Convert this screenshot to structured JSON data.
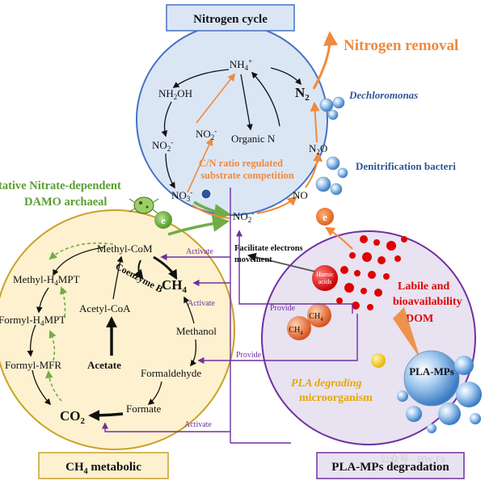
{
  "titles": {
    "nitrogen_cycle": "Nitrogen cycle",
    "ch4_metabolic": "CH",
    "ch4_metabolic_sub": "4",
    "ch4_metabolic_rest": " metabolic",
    "pla_degradation": "PLA-MPs degradation"
  },
  "nitrogen": {
    "nh4": "NH",
    "nh4_sub": "4",
    "nh4_sup": "+",
    "nh2oh": "NH",
    "nh2oh_sub": "2",
    "nh2oh_rest": "OH",
    "no2_left": "NO",
    "no2_left_sub": "2",
    "no2_left_sup": "-",
    "no2_center": "NO",
    "no2_center_sub": "2",
    "no2_center_sup": "-",
    "organic_n": "Organic N",
    "n2": "N",
    "n2_sub": "2",
    "n2o": "N",
    "n2o_sub": "2",
    "n2o_rest": "O",
    "no": "NO",
    "no3": "NO",
    "no3_sub": "3",
    "no3_sup": "-",
    "no2_bottom": "NO",
    "no2_bottom_sub": "2",
    "no2_bottom_sup": "-",
    "cn_line1": "C/N ratio regulated",
    "cn_line2": "substrate competition",
    "nitrogen_removal": "Nitrogen removal",
    "dechloromonas": "Dechloromonas",
    "denitrification": "Denitrification bacteri",
    "damo_line1": "tative Nitrate-dependent",
    "damo_line2": "DAMO archaeal",
    "electron": "e"
  },
  "methane": {
    "methyl_com": "Methyl-CoM",
    "methyl_h4mpt": "Methyl-H",
    "methyl_h4mpt_sub": "4",
    "methyl_h4mpt_rest": "MPT",
    "formyl_h4mpt": "ormyl-H",
    "formyl_h4mpt_sub": "4",
    "formyl_h4mpt_rest": "MPT",
    "formyl_mfr": "Formyl-MFR",
    "co2": "CO",
    "co2_sub": "2",
    "formate": "Formate",
    "formaldehyde": "Formaldehyde",
    "methanol": "Methanol",
    "acetyl_coa": "Acetyl-CoA",
    "acetate": "Acetate",
    "ch4": "CH",
    "ch4_sub": "4",
    "coenzyme_b": "Coenzyme B"
  },
  "pla": {
    "humic_line1": "Humic",
    "humic_line2": "acids",
    "labile_line1": "Labile and",
    "labile_line2": "bioavailability",
    "labile_line3": "DOM",
    "ch4_a": "CH",
    "ch4_a_sub": "4",
    "ch4_b": "CH",
    "ch4_b_sub": "4",
    "pla_mps": "PLA-MPs",
    "pla_microbe_line1": "PLA degrading",
    "pla_microbe_line2": "microorganism"
  },
  "links": {
    "facilitate_line1": "Facilitate electrons",
    "facilitate_line2": "movement",
    "activate_1": "Activate",
    "activate_2": "Activate",
    "activate_3": "Activate",
    "provide_1": "Provide",
    "provide_2": "Provide"
  },
  "watermark": "公众号 · HW Fa",
  "colors": {
    "nitrogen_fill": "#dbe6f5",
    "nitrogen_stroke": "#4472c4",
    "methane_fill": "#fdf1cf",
    "methane_stroke": "#c9a227",
    "pla_fill": "#e8e2f1",
    "pla_stroke": "#7030a0",
    "orange": "#f08a3c",
    "green": "#70ad47",
    "purple": "#7030a0",
    "red": "#e00000",
    "blue_text": "#2f5597"
  }
}
